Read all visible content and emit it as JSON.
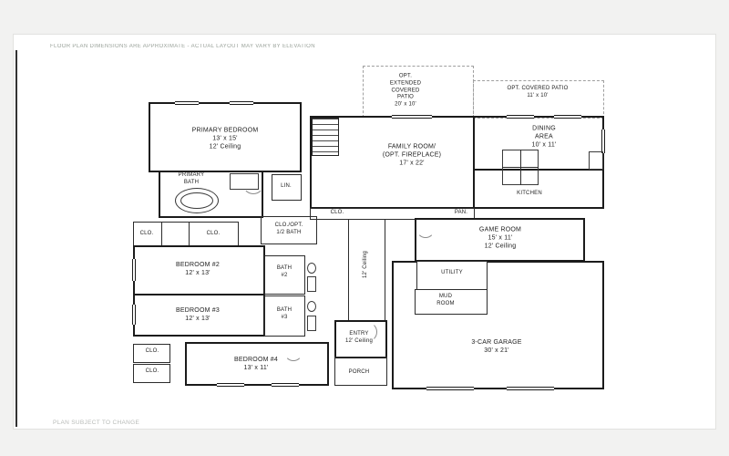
{
  "page": {
    "disclaimer": "FLOOR PLAN DIMENSIONS ARE APPROXIMATE - ACTUAL LAYOUT MAY VARY BY ELEVATION",
    "watermark": "PLAN SUBJECT TO CHANGE"
  },
  "plan": {
    "labels": {
      "opt_extended_patio": "OPT.\nEXTENDED\nCOVERED\nPATIO\n20' x 10'",
      "opt_covered_patio": "OPT. COVERED PATIO\n11' x 10'",
      "primary_bedroom": "PRIMARY BEDROOM\n13' x 15'\n12' Ceiling",
      "primary_bath": "PRIMARY\nBATH",
      "lin": "LIN.",
      "family_room": "FAMILY ROOM/\n(OPT. FIREPLACE)\n17' x 22'",
      "dining_area": "DINING\nAREA\n10' x 11'",
      "kitchen": "KITCHEN",
      "pan": "PAN.",
      "clo_hall": "CLO.",
      "clo_opt_half_bath": "CLO./OPT.\n1/2 BATH",
      "clo_left_a": "CLO.",
      "clo_left_b": "CLO.",
      "game_room": "GAME ROOM\n15' x 11'\n12' Ceiling",
      "bedroom_2": "BEDROOM #2\n12' x 13'",
      "bath_2": "BATH\n#2",
      "hall_ceiling": "12' Ceiling",
      "utility": "UTILITY",
      "mud_room": "MUD\nROOM",
      "bedroom_3": "BEDROOM #3\n12' x 13'",
      "bath_3": "BATH\n#3",
      "entry": "ENTRY\n12' Ceiling",
      "garage": "3-CAR GARAGE\n30' x 21'",
      "bedroom_4": "BEDROOM #4\n13' x 11'",
      "porch": "PORCH",
      "clo_bl_a": "CLO.",
      "clo_bl_b": "CLO."
    }
  },
  "colors": {
    "wall": "#1b1b1b",
    "dashed_line": "#9f9f9f",
    "label_text": "#222222",
    "faint_text": "#9aa29a",
    "page_bg": "#ffffff",
    "margin_bg": "#f2f2f1"
  }
}
